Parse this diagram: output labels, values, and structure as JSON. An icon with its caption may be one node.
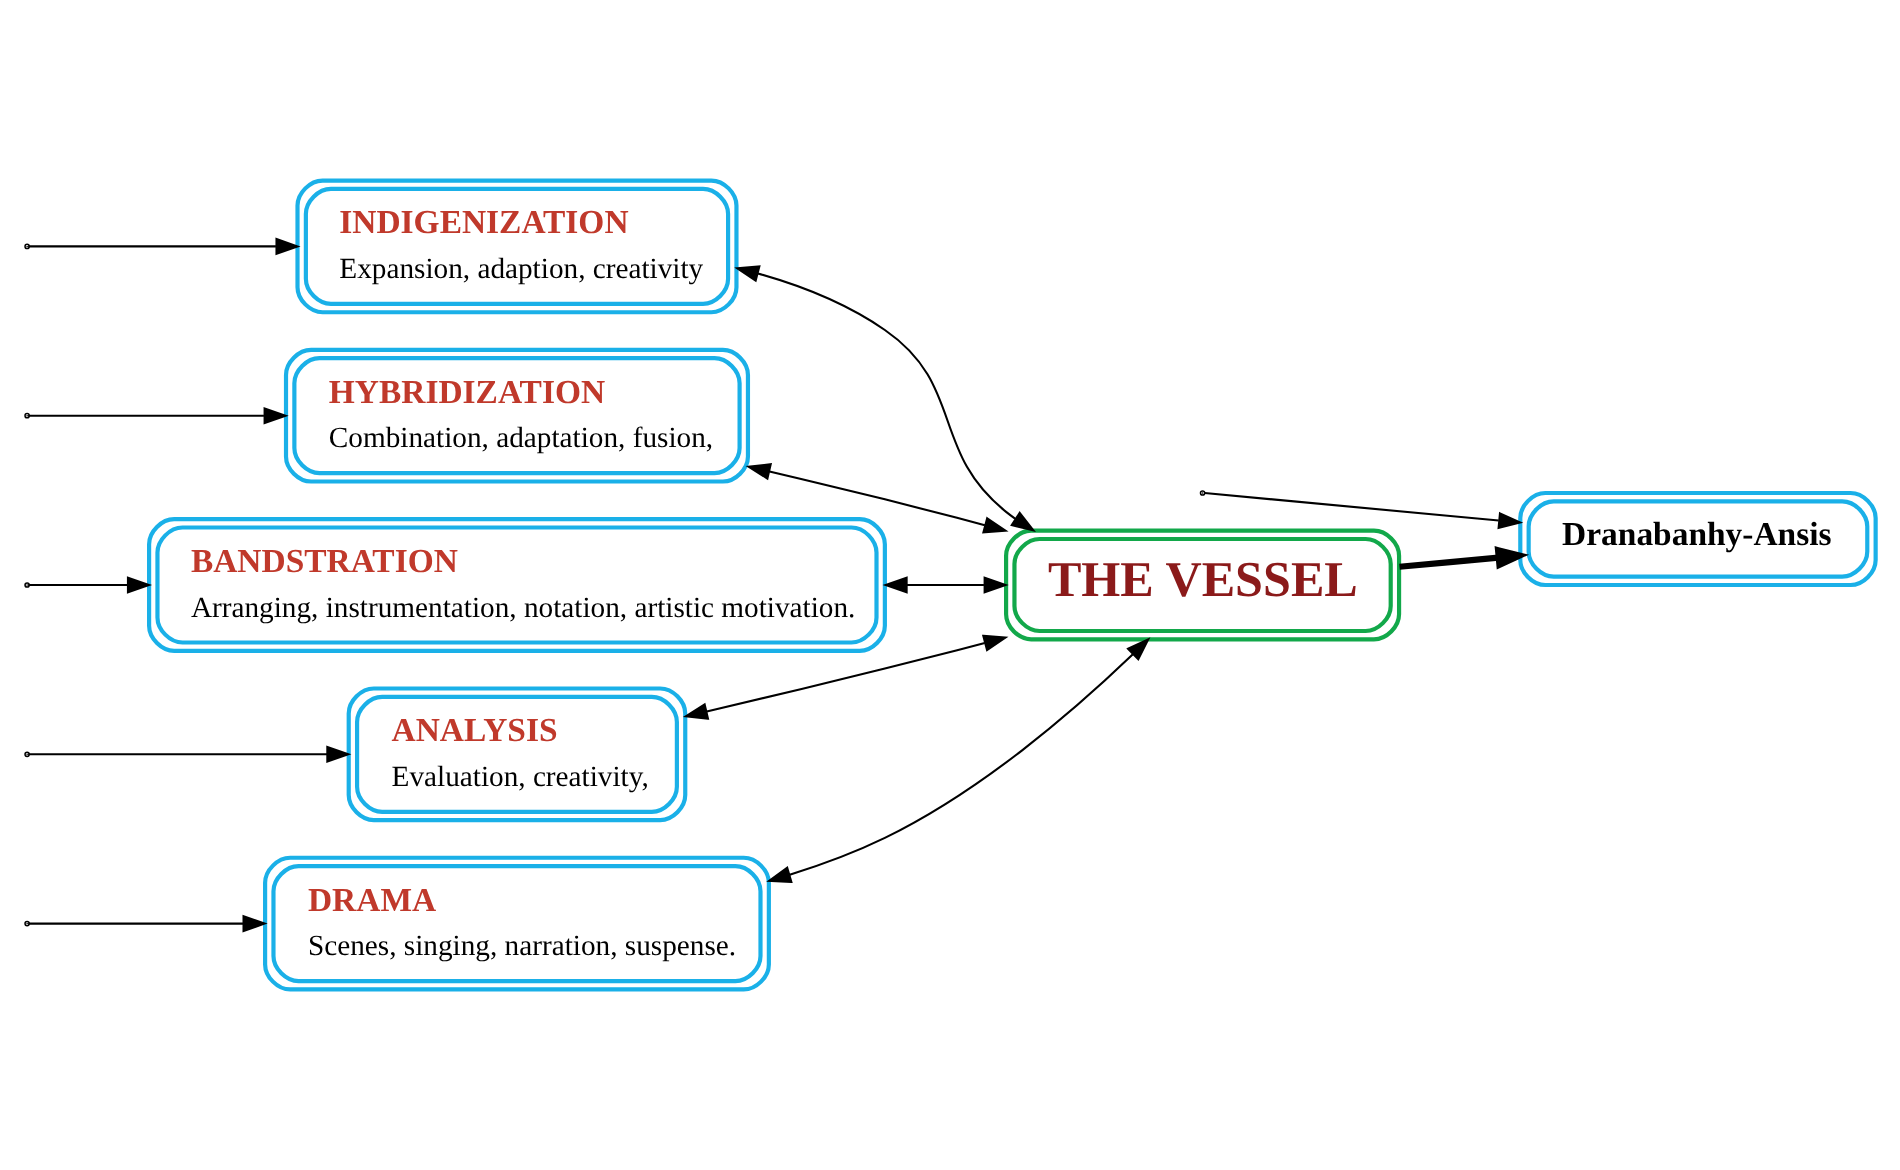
{
  "diagram": {
    "nodes": [
      {
        "text": [
          "DRAMA",
          "Scenes, singing, narration, suspense."
        ]
      },
      {
        "text": [
          "INDIGENIZATION",
          "Expansion, adaption, creativity"
        ]
      },
      {
        "text": [
          "HYBRIDIZATION",
          "Combination, adaptation, fusion,"
        ]
      },
      {
        "text": [
          "BANDSTRATION",
          "Arranging, instrumentation, notation, artistic motivation."
        ]
      },
      {
        "text": [
          "ANALYSIS",
          "Evaluation, creativity,"
        ]
      },
      {
        "text": [
          "THE VESSEL"
        ]
      },
      {
        "text": [
          "Dranabanhy-Ansis"
        ]
      }
    ],
    "edges": [
      {
        "from": null,
        "to": 0,
        "arrow": "to"
      },
      {
        "from": null,
        "to": 1,
        "arrow": "to"
      },
      {
        "from": null,
        "to": 2,
        "arrow": "to"
      },
      {
        "from": null,
        "to": 3,
        "arrow": "to"
      },
      {
        "from": null,
        "to": 4,
        "arrow": "to"
      },
      {
        "from": null,
        "to": 6,
        "arrow": "to"
      },
      {
        "from": 0,
        "to": 5,
        "arrow": "both"
      },
      {
        "from": 1,
        "to": 5,
        "arrow": "both"
      },
      {
        "from": 2,
        "to": 5,
        "arrow": "both"
      },
      {
        "from": 3,
        "to": 5,
        "arrow": "both"
      },
      {
        "from": 4,
        "to": 5,
        "arrow": "both"
      },
      {
        "from": 5,
        "to": 6,
        "arrow": "to",
        "style": "thick"
      }
    ]
  }
}
